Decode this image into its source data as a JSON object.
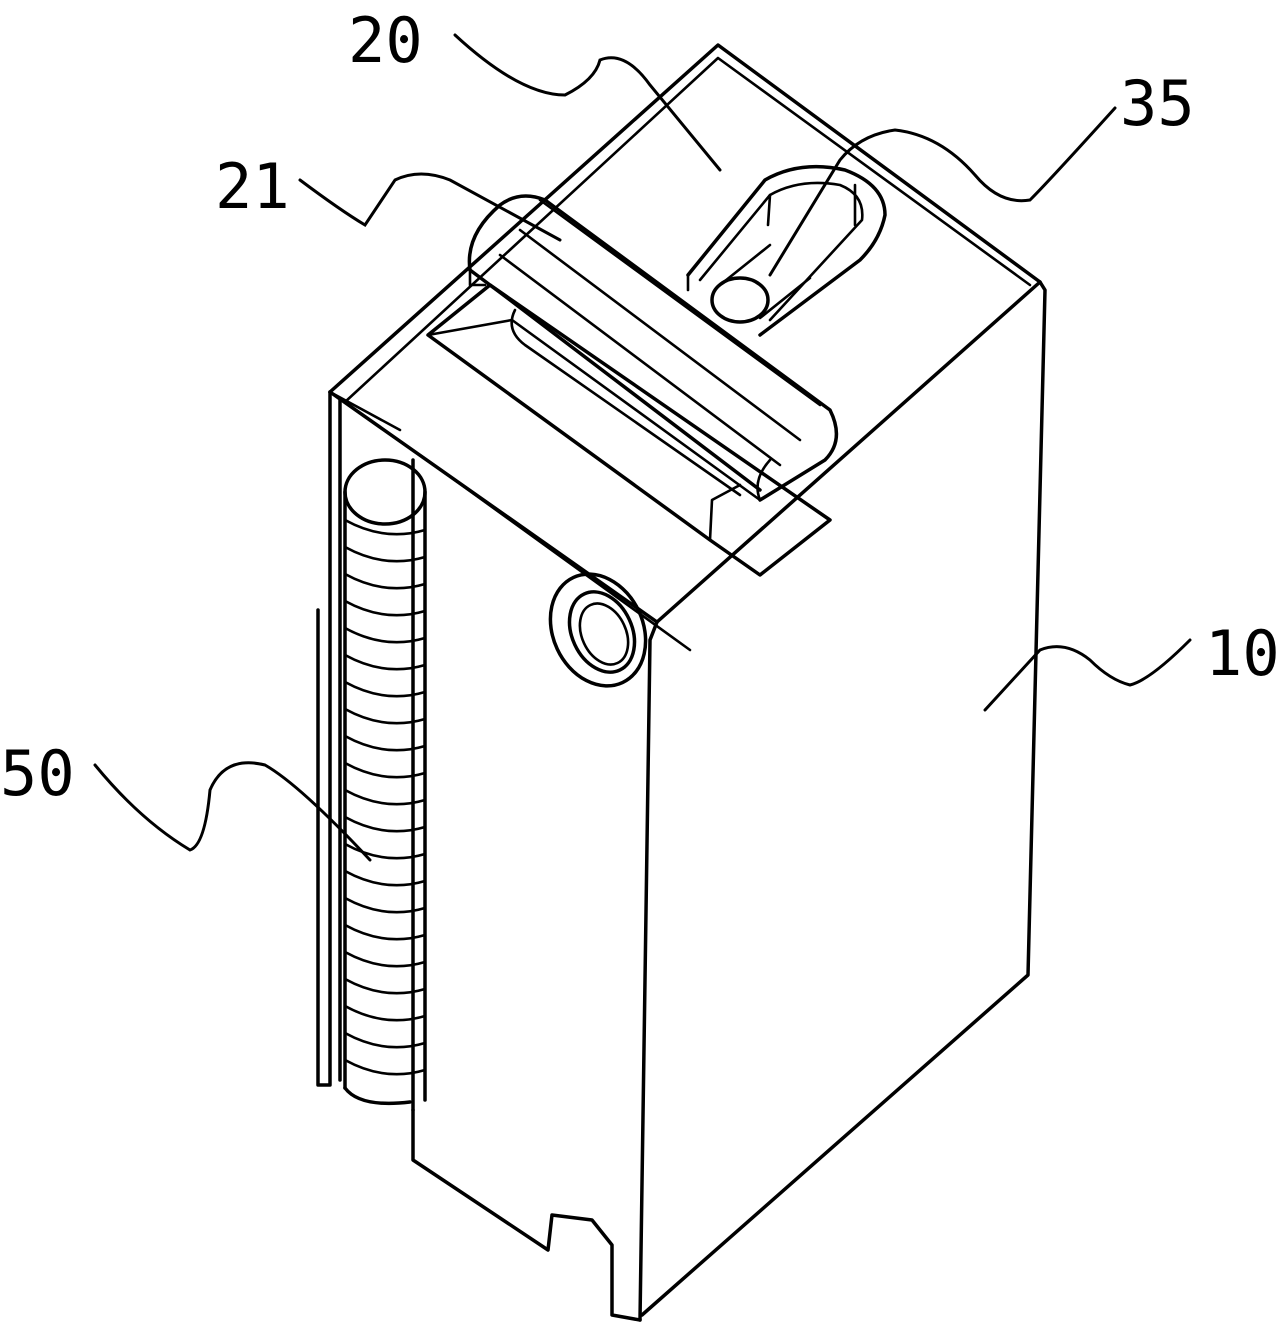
{
  "labels": {
    "part_20": "20",
    "part_35": "35",
    "part_21": "21",
    "part_10": "10",
    "part_50": "50"
  }
}
